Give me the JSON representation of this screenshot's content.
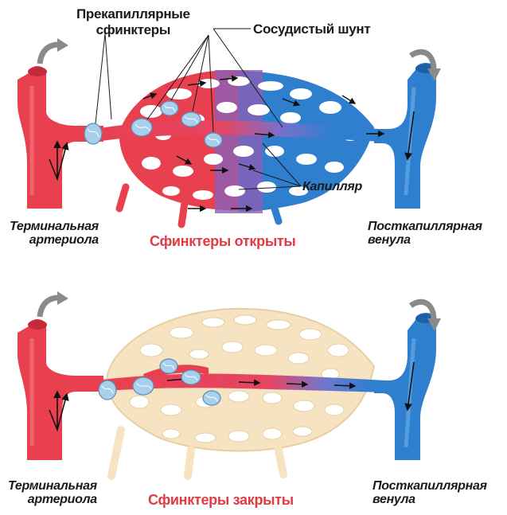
{
  "labels": {
    "precapillary_sphincters": "Прекапиллярные\nсфинктеры",
    "vascular_shunt": "Сосудистый шунт",
    "capillary": "Капилляр",
    "terminal_arteriole": "Терминальная\nартериола",
    "postcapillary_venule": "Посткапиллярная\nвенула"
  },
  "panels": [
    {
      "id": "open",
      "status_text": "Сфинктеры открыты"
    },
    {
      "id": "closed",
      "status_text": "Сфинктеры закрыты"
    }
  ],
  "colors": {
    "artery_red": "#e8404e",
    "artery_dark": "#c42b38",
    "vein_blue": "#2f7fcf",
    "vein_dark": "#1f5fa6",
    "capillary_bed_closed": "#f6e3c2",
    "capillary_bed_closed_edge": "#e8cfa0",
    "sphincter_blue": "#a8d0ec",
    "status_text": "#e23a44",
    "arrow_grey": "#8a8a8a"
  },
  "icons": [
    "sphincter-icon",
    "flow-arrow-icon",
    "inflow-arrow-icon",
    "outflow-arrow-icon"
  ]
}
